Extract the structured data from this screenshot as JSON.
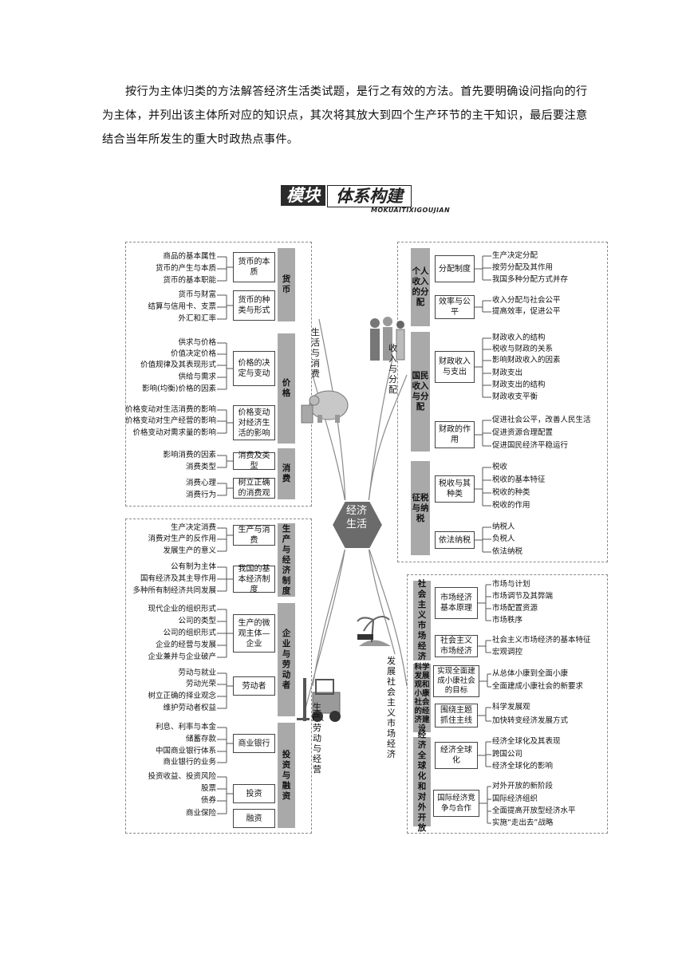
{
  "intro_text": "按行为主体归类的方法解答经济生活类试题，是行之有效的方法。首先要明确设问指向的行为主体，并列出该主体所对应的知识点，其次将其放大到四个生产环节的主干知识，最后要注意结合当年所发生的重大时政热点事件。",
  "title": {
    "part1": "模块",
    "part2": "体系构建",
    "sub": "MOKUAITIXIGOUJIAN"
  },
  "hub": {
    "line1": "经济",
    "line2": "生活"
  },
  "branches": {
    "life_consumption": "生活与消费",
    "income_distribution": "收入与分配",
    "production": "生产、劳动与经营",
    "market_economy": "发展社会主义市场经济"
  },
  "q1": {
    "currency": {
      "label": "货币",
      "n1": {
        "label": "货币的本质",
        "leaves": [
          "商品的基本属性",
          "货币的产生与本质",
          "货币的基本职能"
        ]
      },
      "n2": {
        "label": "货币的种类与形式",
        "leaves": [
          "货币与财富",
          "结算与信用卡、支票",
          "外汇和汇率"
        ]
      }
    },
    "price": {
      "label": "价格",
      "n1": {
        "label": "价格的决定与变动",
        "leaves": [
          "供求与价格",
          "价值决定价格",
          "价值规律及其表现形式",
          "供给与需求",
          "影响(均衡)价格的因素"
        ]
      },
      "n2": {
        "label": "价格变动对经济生活的影响",
        "leaves": [
          "价格变动对生活消费的影响",
          "价格变动对生产经营的影响",
          "价格变动对需求量的影响"
        ]
      }
    },
    "consume": {
      "label": "消费",
      "n1": {
        "label": "消费及类型",
        "leaves": [
          "影响消费的因素",
          "消费类型"
        ]
      },
      "n2": {
        "label": "树立正确的消费观",
        "leaves": [
          "消费心理",
          "消费行为"
        ]
      }
    }
  },
  "q2": {
    "personal": {
      "label": "个人收入的分配",
      "n1": {
        "label": "分配制度",
        "leaves": [
          "生产决定分配",
          "按劳分配及其作用",
          "我国多种分配方式并存"
        ]
      },
      "n2": {
        "label": "效率与公平",
        "leaves": [
          "收入分配与社会公平",
          "提高效率，促进公平"
        ]
      }
    },
    "national": {
      "label": "国民收入与分配",
      "n1": {
        "label": "财政收入与支出",
        "leaves": [
          "财政收入的结构",
          "税收与财政的关系",
          "影响财政收入的因素",
          "财政支出",
          "财政支出的结构",
          "财政收支平衡"
        ]
      },
      "n2": {
        "label": "财政的作用",
        "leaves": [
          "促进社会公平，改善人民生活",
          "促进资源合理配置",
          "促进国民经济平稳运行"
        ]
      }
    },
    "tax": {
      "label": "征税与纳税",
      "n1": {
        "label": "税收与其种类",
        "leaves": [
          "税收",
          "税收的基本特征",
          "税收的种类",
          "税收的作用"
        ]
      },
      "n2": {
        "label": "依法纳税",
        "leaves": [
          "纳税人",
          "负税人",
          "依法纳税"
        ]
      }
    }
  },
  "q3": {
    "prod": {
      "label": "生产与经济制度",
      "n1": {
        "label": "生产与消费",
        "leaves": [
          "生产决定消费",
          "消费对生产的反作用",
          "发展生产的意义"
        ]
      },
      "n2": {
        "label": "我国的基本经济制度",
        "leaves": [
          "公有制为主体",
          "国有经济及其主导作用",
          "多种所有制经济共同发展"
        ]
      }
    },
    "enterprise": {
      "label": "企业与劳动者",
      "n1": {
        "label": "生产的微观主体—企业",
        "leaves": [
          "现代企业的组织形式",
          "公司的类型",
          "公司的组织形式",
          "企业的经营与发展",
          "企业兼并与企业破产"
        ]
      },
      "n2": {
        "label": "劳动者",
        "leaves": [
          "劳动与就业",
          "劳动光荣",
          "树立正确的择业观念",
          "维护劳动者权益"
        ]
      }
    },
    "invest": {
      "label": "投资与融资",
      "n1": {
        "label": "商业银行",
        "leaves": [
          "利息、利率与本金",
          "储蓄存款",
          "中国商业银行体系",
          "商业银行的业务"
        ]
      },
      "n2": {
        "label": "投资",
        "leaves": [
          "投资收益、投资风险",
          "股票",
          "债券",
          "商业保险"
        ]
      },
      "n3": {
        "label": "融资"
      }
    }
  },
  "q4": {
    "market": {
      "label": "社会主义市场经济",
      "n1": {
        "label": "市场经济基本原理",
        "leaves": [
          "市场与计划",
          "市场调节及其弊端",
          "市场配置资源",
          "市场秩序"
        ]
      },
      "n2": {
        "label": "社会主义市场经济",
        "leaves": [
          "社会主义市场经济的基本特征",
          "宏观调控"
        ]
      }
    },
    "sci": {
      "label": "科学发展观和小康社会的经济建设",
      "n1": {
        "label": "实现全面建成小康社会的目标",
        "leaves": [
          "从总体小康到全面小康",
          "全面建成小康社会的新要求"
        ]
      },
      "n2": {
        "label": "围绕主题抓住主线",
        "leaves": [
          "科学发展观",
          "加快转变经济发展方式"
        ]
      }
    },
    "global": {
      "label": "经济全球化和对外开放",
      "n1": {
        "label": "经济全球化",
        "leaves": [
          "经济全球化及其表现",
          "跨国公司",
          "经济全球化的影响"
        ]
      },
      "n2": {
        "label": "国际经济竞争与合作",
        "leaves": [
          "对外开放的新阶段",
          "国际经济组织",
          "全面提高开放型经济水平",
          "实施“走出去”战略"
        ]
      }
    }
  },
  "colors": {
    "group_bar": "#a9a9a9",
    "hub": "#6b6b6b",
    "border": "#444444"
  }
}
